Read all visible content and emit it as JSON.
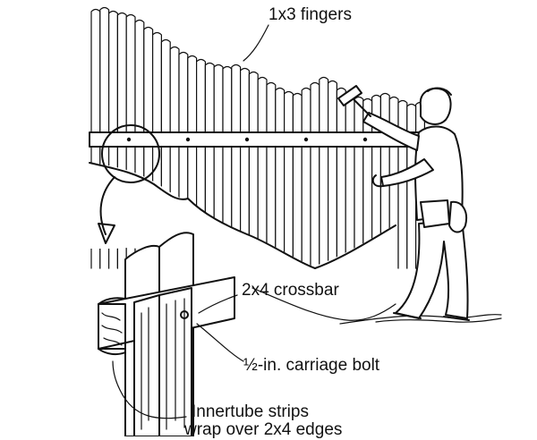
{
  "labels": {
    "fingers": "1x3 fingers",
    "crossbar": "2x4 crossbar",
    "bolt": "½-in. carriage bolt",
    "innertube_line1": "Innertube strips",
    "innertube_line2": "wrap over 2x4 edges"
  },
  "colors": {
    "ink": "#111111",
    "paper": "#ffffff"
  },
  "fence": {
    "finger_tops": [
      10,
      8,
      12,
      14,
      16,
      22,
      30,
      36,
      44,
      52,
      58,
      62,
      66,
      70,
      72,
      74,
      72,
      76,
      80,
      86,
      92,
      98,
      102,
      104,
      98,
      92,
      86,
      90,
      98,
      104,
      108,
      110,
      106,
      104,
      108,
      112,
      116,
      114
    ]
  }
}
